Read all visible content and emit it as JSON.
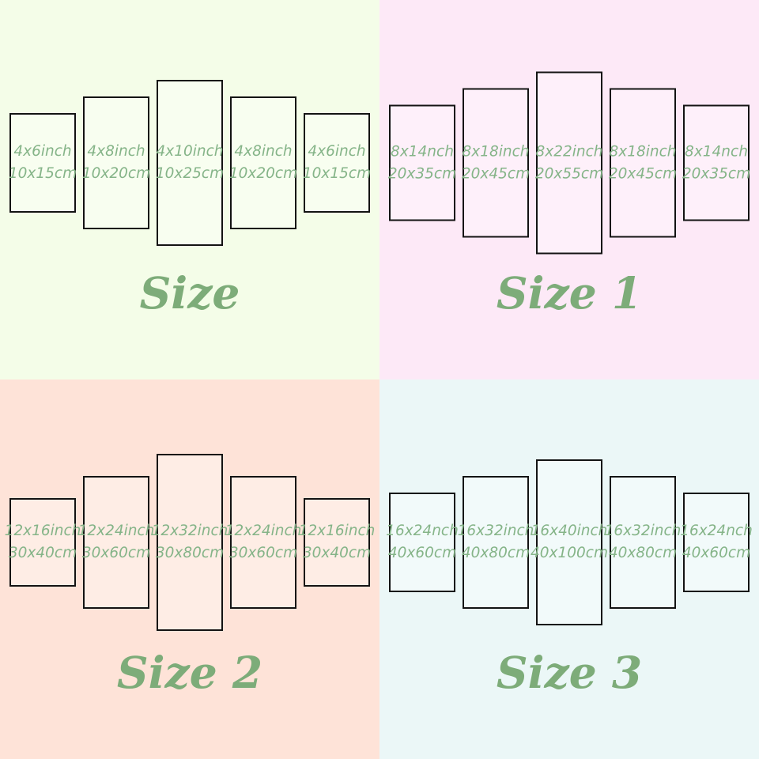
{
  "colors": {
    "label_green": "#85b488",
    "title_green": "#7dac79",
    "panel_border": "#131313",
    "bg_top_left": "#f4fde8",
    "bg_top_right": "#fde9f7",
    "bg_bottom_left": "#fee3d8",
    "bg_bottom_right": "#ebf7f7"
  },
  "quadrants": [
    {
      "title": "Size",
      "background": "#f4fde8",
      "panels": [
        {
          "inch": "4x6inch",
          "cm": "10x15cm"
        },
        {
          "inch": "4x8inch",
          "cm": "10x20cm"
        },
        {
          "inch": "4x10inch",
          "cm": "10x25cm"
        },
        {
          "inch": "4x8inch",
          "cm": "10x20cm"
        },
        {
          "inch": "4x6inch",
          "cm": "10x15cm"
        }
      ]
    },
    {
      "title": "Size 1",
      "background": "#fde9f7",
      "panels": [
        {
          "inch": "8x14nch",
          "cm": "20x35cm"
        },
        {
          "inch": "8x18inch",
          "cm": "20x45cm"
        },
        {
          "inch": "8x22inch",
          "cm": "20x55cm"
        },
        {
          "inch": "8x18inch",
          "cm": "20x45cm"
        },
        {
          "inch": "8x14nch",
          "cm": "20x35cm"
        }
      ]
    },
    {
      "title": "Size 2",
      "background": "#fee3d8",
      "panels": [
        {
          "inch": "12x16inch",
          "cm": "30x40cm"
        },
        {
          "inch": "12x24inch",
          "cm": "30x60cm"
        },
        {
          "inch": "12x32inch",
          "cm": "30x80cm"
        },
        {
          "inch": "12x24inch",
          "cm": "30x60cm"
        },
        {
          "inch": "12x16inch",
          "cm": "30x40cm"
        }
      ]
    },
    {
      "title": "Size 3",
      "background": "#ebf7f7",
      "panels": [
        {
          "inch": "16x24nch",
          "cm": "40x60cm"
        },
        {
          "inch": "16x32inch",
          "cm": "40x80cm"
        },
        {
          "inch": "16x40inch",
          "cm": "40x100cm"
        },
        {
          "inch": "16x32inch",
          "cm": "40x80cm"
        },
        {
          "inch": "16x24nch",
          "cm": "40x60cm"
        }
      ]
    }
  ]
}
